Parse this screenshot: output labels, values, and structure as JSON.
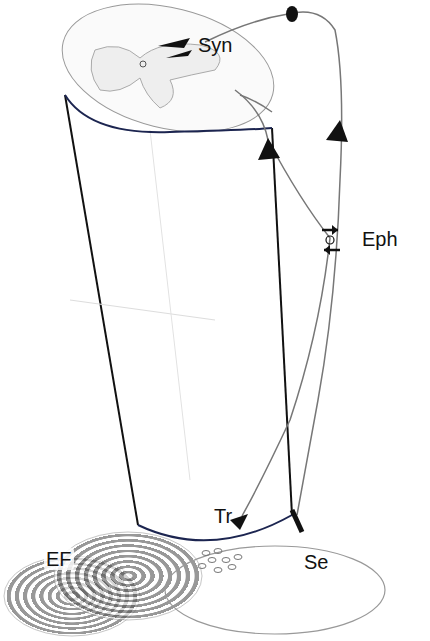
{
  "diagram": {
    "labels": [
      "Syn",
      "Eph",
      "Tr",
      "Se",
      "EF"
    ]
  }
}
